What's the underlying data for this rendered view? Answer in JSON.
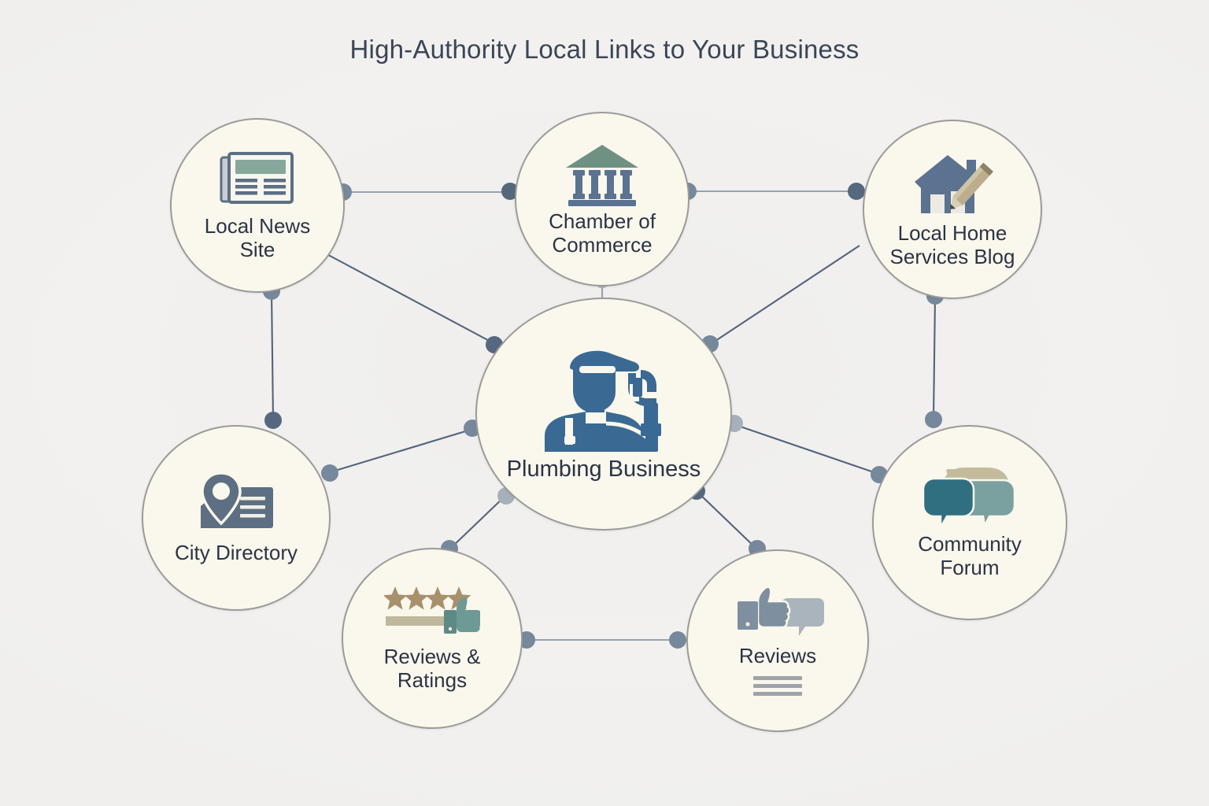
{
  "title": "High-Authority Local Links to Your Business",
  "colors": {
    "background": "#f1f0ee",
    "node_fill": "#faf7ec",
    "node_border": "#9b9b99",
    "label_text": "#2b3447",
    "title_text": "#3b4557",
    "edge_line": "#5a6a80",
    "edge_line_light": "#8c97a6",
    "icon_blue": "#3a6a93",
    "icon_slate": "#5d6f82",
    "icon_green": "#6f9184",
    "icon_tan": "#b49c77",
    "icon_teal": "#2f6f80",
    "icon_sage": "#7ba0a0",
    "icon_khaki": "#c3bb9c"
  },
  "nodes": [
    {
      "id": "local-news-site",
      "label": "Local News Site",
      "icon": "newspaper-icon"
    },
    {
      "id": "chamber-of-commerce",
      "label": "Chamber of Commerce",
      "icon": "bank-building-icon"
    },
    {
      "id": "local-home-services-blog",
      "label": "Local Home Services Blog",
      "icon": "house-pencil-icon"
    },
    {
      "id": "plumbing-business",
      "label": "Plumbing Business",
      "icon": "plumber-wrench-icon"
    },
    {
      "id": "city-directory",
      "label": "City Directory",
      "icon": "map-pin-listing-icon"
    },
    {
      "id": "reviews-and-ratings",
      "label": "Reviews & Ratings",
      "icon": "stars-thumbsup-icon"
    },
    {
      "id": "reviews",
      "label": "Reviews",
      "icon": "thumbsup-speechbubble-icon"
    },
    {
      "id": "community-forum",
      "label": "Community Forum",
      "icon": "speech-bubbles-icon"
    }
  ],
  "node_labels": {
    "local_news_site_line1": "Local News",
    "local_news_site_line2": "Site",
    "chamber_line1": "Chamber of",
    "chamber_line2": "Commerce",
    "blog_line1": "Local Home",
    "blog_line2": "Services Blog",
    "center": "Plumbing Business",
    "city_directory": "City Directory",
    "reviews_ratings_line1": "Reviews &",
    "reviews_ratings_line2": "Ratings",
    "reviews": "Reviews",
    "forum_line1": "Community",
    "forum_line2": "Forum"
  },
  "edges": [
    {
      "from": "local-news-site",
      "to": "chamber-of-commerce"
    },
    {
      "from": "chamber-of-commerce",
      "to": "local-home-services-blog"
    },
    {
      "from": "local-news-site",
      "to": "plumbing-business"
    },
    {
      "from": "local-news-site",
      "to": "city-directory"
    },
    {
      "from": "chamber-of-commerce",
      "to": "plumbing-business"
    },
    {
      "from": "local-home-services-blog",
      "to": "plumbing-business"
    },
    {
      "from": "local-home-services-blog",
      "to": "community-forum"
    },
    {
      "from": "city-directory",
      "to": "plumbing-business"
    },
    {
      "from": "plumbing-business",
      "to": "reviews-and-ratings"
    },
    {
      "from": "plumbing-business",
      "to": "reviews"
    },
    {
      "from": "plumbing-business",
      "to": "community-forum"
    },
    {
      "from": "reviews-and-ratings",
      "to": "reviews"
    }
  ]
}
